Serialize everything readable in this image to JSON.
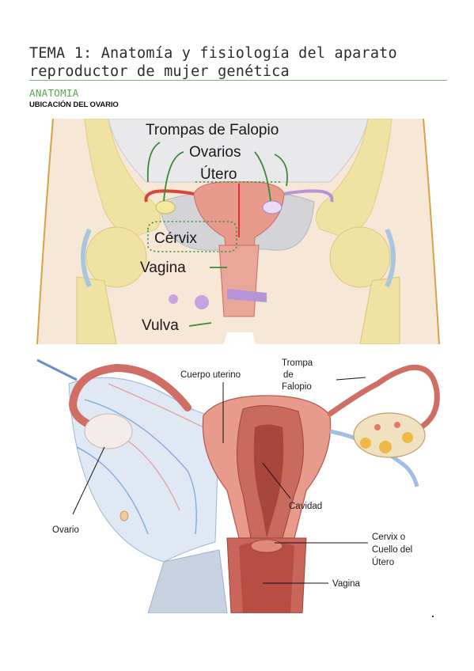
{
  "document": {
    "title_line1": "TEMA 1: Anatomía y fisiología del aparato",
    "title_line2": "reproductor de mujer genética",
    "section": "ANATOMIA",
    "subsection": "UBICACIÓN DEL OVARIO"
  },
  "figure1": {
    "labels": {
      "fallopian": "Trompas de Falopio",
      "ovaries": "Ovarios",
      "uterus": "Útero",
      "cervix": "Cérvix",
      "vagina": "Vagina",
      "vulva": "Vulva"
    }
  },
  "figure2": {
    "labels": {
      "uterine_body": "Cuerpo uterino",
      "trompa_1": "Trompa",
      "trompa_2": "de",
      "trompa_3": "Falopio",
      "cavity": "Cavidad",
      "ovary": "Ovario",
      "cervix_1": "Cervix o",
      "cervix_2": "Cuello del",
      "cervix_3": "Útero",
      "vagina": "Vagina"
    }
  },
  "colors": {
    "heading_green": "#5aa34f",
    "rule_green": "#7fb77a",
    "leader_green": "#3a8a3a",
    "uterus_pink": "#e89a8c",
    "bone_yellow": "#efe2a3"
  }
}
